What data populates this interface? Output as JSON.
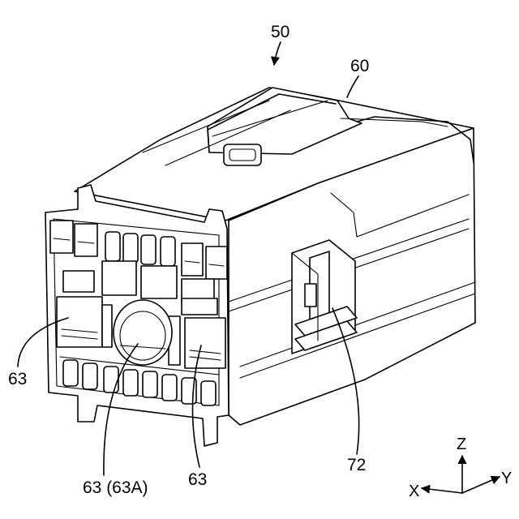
{
  "labels": {
    "connector_assembly": "50",
    "housing": "60",
    "cavity_left": "63",
    "cavity_center": "63 (63A)",
    "cavity_right": "63",
    "lock_arm": "72"
  },
  "axes": {
    "z": "Z",
    "x": "X",
    "y": "Y"
  }
}
